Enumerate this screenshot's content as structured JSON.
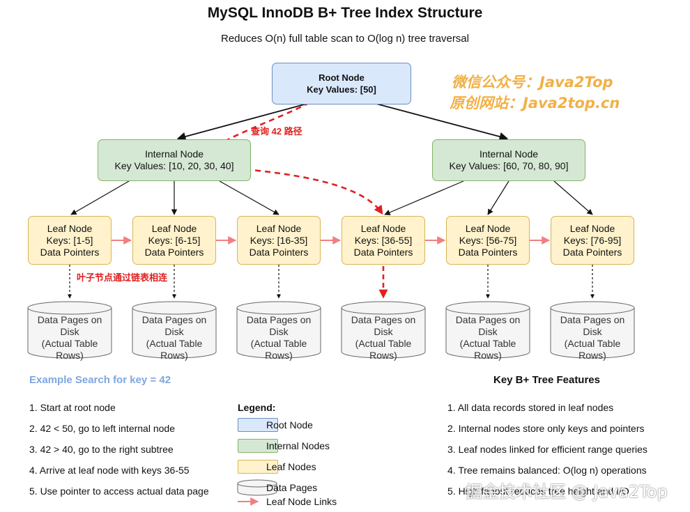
{
  "title": "MySQL InnoDB B+ Tree Index Structure",
  "subtitle": "Reduces O(n) full table scan to O(log n) tree traversal",
  "root": {
    "line1": "Root Node",
    "line2": "Key Values: [50]"
  },
  "internal_left": {
    "line1": "Internal Node",
    "line2": "Key Values: [10, 20, 30, 40]"
  },
  "internal_right": {
    "line1": "Internal Node",
    "line2": "Key Values: [60, 70, 80, 90]"
  },
  "leaves": [
    {
      "line1": "Leaf Node",
      "line2": "Keys: [1-5]",
      "line3": "Data Pointers"
    },
    {
      "line1": "Leaf Node",
      "line2": "Keys: [6-15]",
      "line3": "Data Pointers"
    },
    {
      "line1": "Leaf Node",
      "line2": "Keys: [16-35]",
      "line3": "Data Pointers"
    },
    {
      "line1": "Leaf Node",
      "line2": "Keys: [36-55]",
      "line3": "Data Pointers"
    },
    {
      "line1": "Leaf Node",
      "line2": "Keys: [56-75]",
      "line3": "Data Pointers"
    },
    {
      "line1": "Leaf Node",
      "line2": "Keys: [76-95]",
      "line3": "Data Pointers"
    }
  ],
  "disk": {
    "line1": "Data Pages on",
    "line2": "Disk",
    "line3": "(Actual Table",
    "line4": "Rows)"
  },
  "annotations": {
    "query_path": "查询 42 路径",
    "leaf_link_note": "叶子节点通过链表相连"
  },
  "watermark": {
    "line1": "微信公众号：Java2Top",
    "line2": "原创网站：Java2top.cn",
    "bottom": "掘金技术社区 @ Java2Top"
  },
  "example": {
    "title": "Example Search for key = 42",
    "steps": [
      "1. Start at root node",
      "2. 42 < 50, go to left internal node",
      "3. 42 > 40, go to the right subtree",
      "4. Arrive at leaf node with keys 36-55",
      "5. Use pointer to access actual data page"
    ]
  },
  "legend": {
    "title": "Legend:",
    "root": "Root Node",
    "internal": "Internal Nodes",
    "leaf": "Leaf Nodes",
    "data": "Data Pages",
    "links": "Leaf Node Links"
  },
  "features": {
    "title": "Key B+ Tree Features",
    "items": [
      "1. All data records stored in leaf nodes",
      "2. Internal nodes store only keys and pointers",
      "3. Leaf nodes linked for efficient range queries",
      "4. Tree remains balanced: O(log n) operations",
      "5. High fanout reduces tree height and I/O"
    ]
  },
  "colors": {
    "root_fill": "#dae8fc",
    "root_border": "#6c8ebf",
    "internal_fill": "#d5e8d4",
    "internal_border": "#82b366",
    "leaf_fill": "#fff2cc",
    "leaf_border": "#d6b656",
    "link_arrow": "#f07f82",
    "query_path": "#e02020",
    "example_title": "#7ea6e0",
    "watermark": "#f1a832"
  }
}
